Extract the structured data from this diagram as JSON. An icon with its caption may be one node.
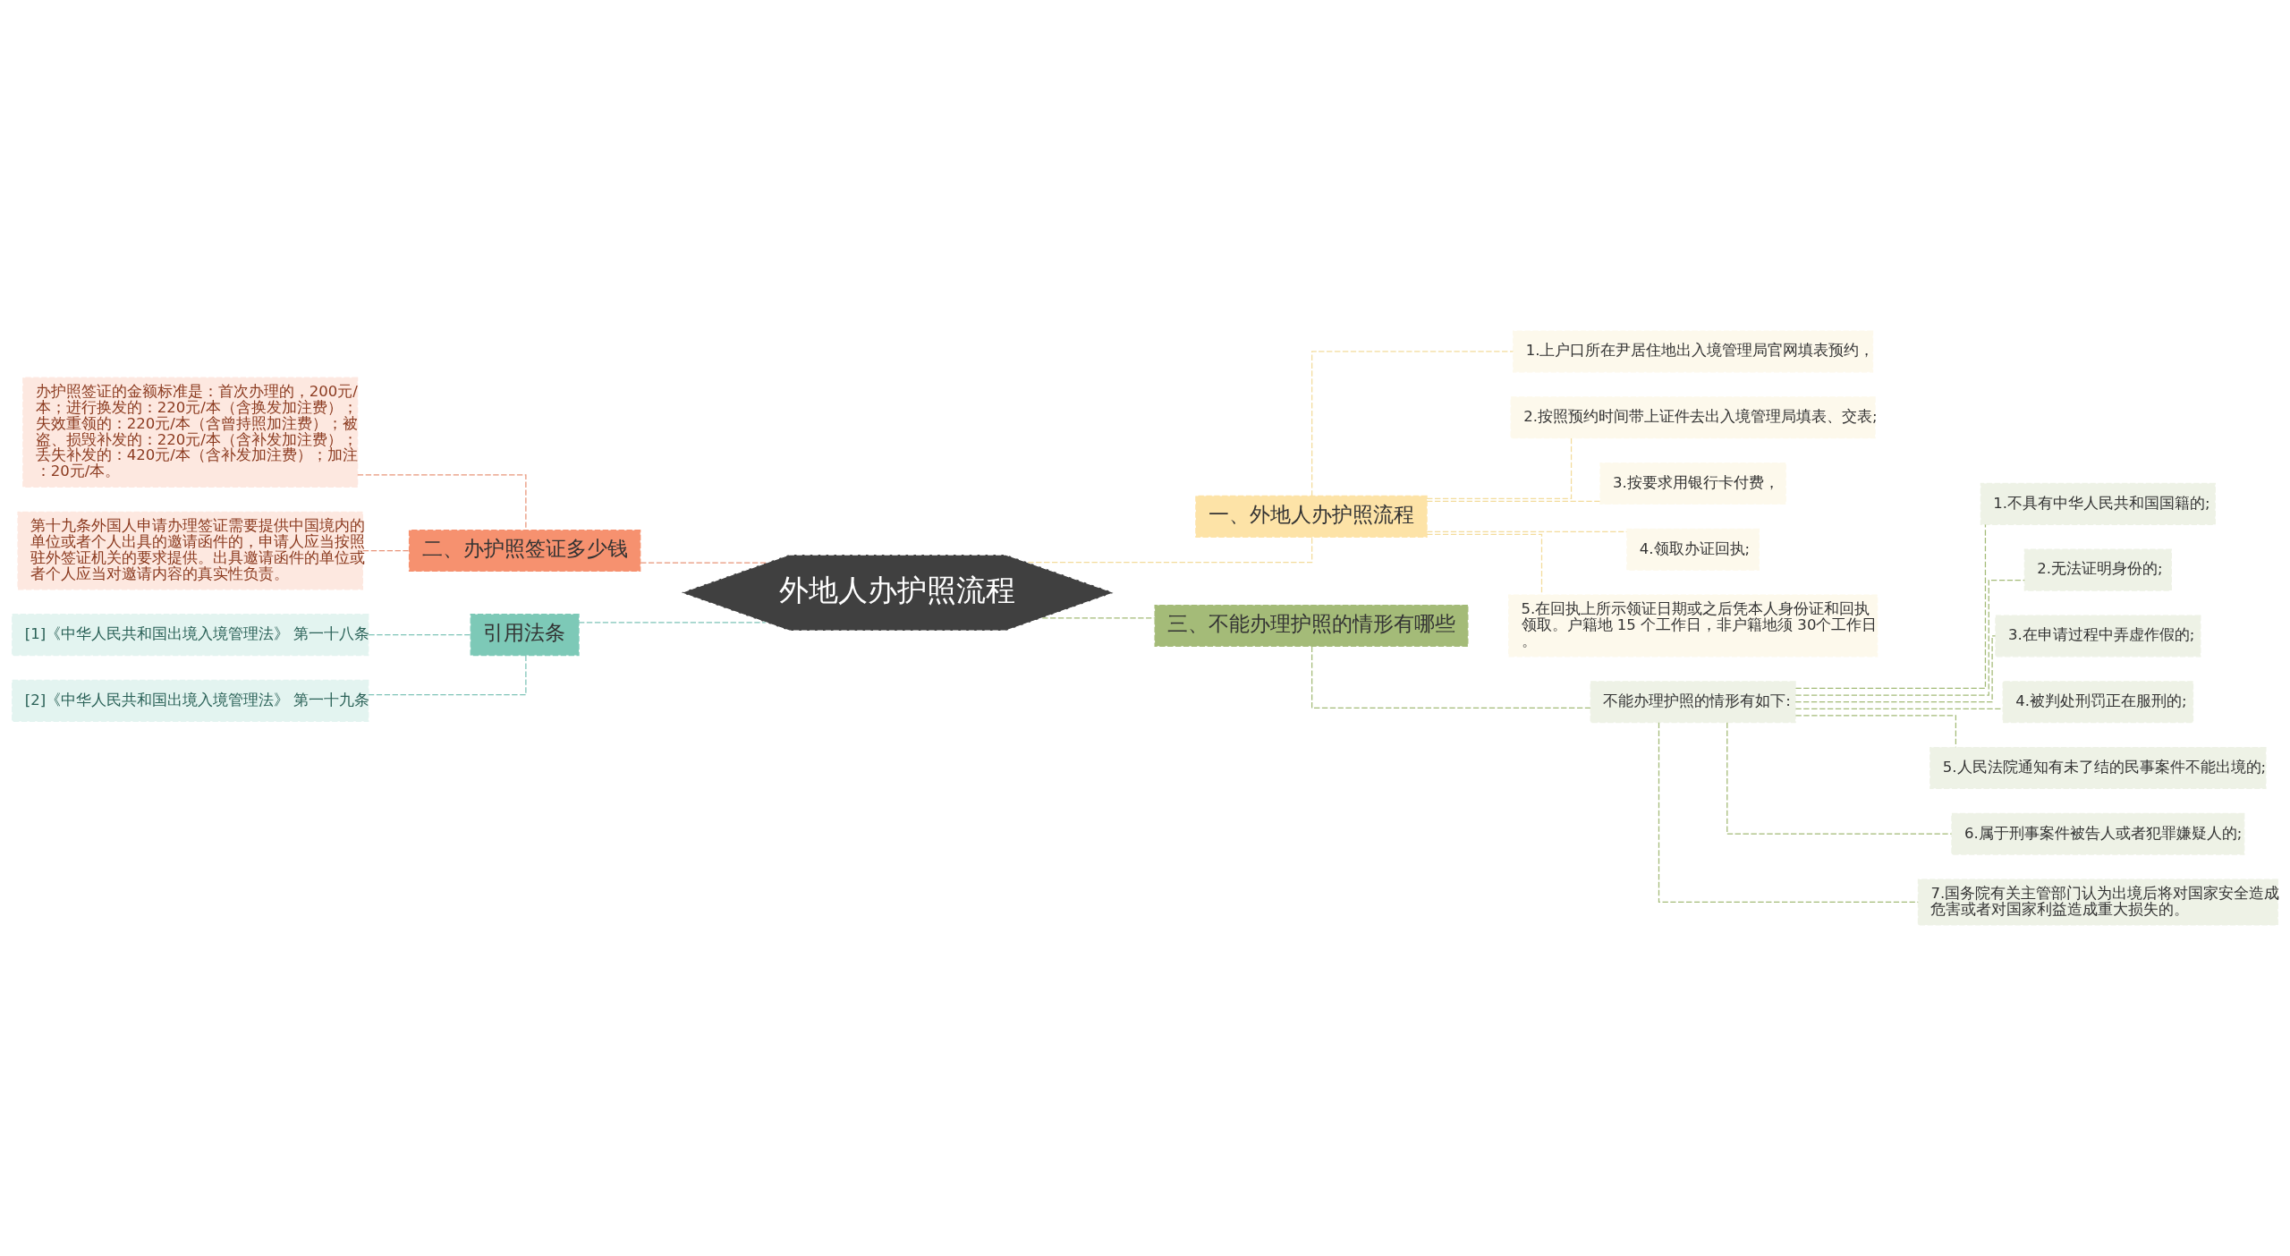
{
  "diagram": {
    "nodes": [
      {
        "text": [
          "外地人办护照流程"
        ]
      },
      {
        "text": [
          "一、外地人办护照流程"
        ]
      },
      {
        "text": [
          "1.上户口所在尹居住地出入境管理局官网填表预约，"
        ]
      },
      {
        "text": [
          "2.按照预约时间带上证件去出入境管理局填表、交表;"
        ]
      },
      {
        "text": [
          "3.按要求用银行卡付费，"
        ]
      },
      {
        "text": [
          "4.领取办证回执;"
        ]
      },
      {
        "text": [
          "5.在回执上所示领证日期或之后凭本人身份证和回执领取。户籍地 15 个工作日，非户籍地须 30个工作日。"
        ]
      },
      {
        "text": [
          "三、不能办理护照的情形有哪些"
        ]
      },
      {
        "text": [
          "不能办理护照的情形有如下:"
        ]
      },
      {
        "text": [
          "1.不具有中华人民共和国国籍的;"
        ]
      },
      {
        "text": [
          "2.无法证明身份的;"
        ]
      },
      {
        "text": [
          "3.在申请过程中弄虚作假的;"
        ]
      },
      {
        "text": [
          "4.被判处刑罚正在服刑的;"
        ]
      },
      {
        "text": [
          "5.人民法院通知有未了结的民事案件不能出境的;"
        ]
      },
      {
        "text": [
          "6.属于刑事案件被告人或者犯罪嫌疑人的;"
        ]
      },
      {
        "text": [
          "7.国务院有关主管部门认为出境后将对国家安全造成危害或者对国家利益造成重大损失的。"
        ]
      },
      {
        "text": [
          "二、办护照签证多少钱"
        ]
      },
      {
        "text": [
          "办护照签证的金额标准是：首次办理的，200元/本；进行换发的：220元/本（含换发加注费）；失效重领的：220元/本（含曾持照加注费）；被盗、损毁补发的：220元/本（含补发加注费）；丢失补发的：420元/本（含补发加注费）；加注：20元/本。"
        ]
      },
      {
        "text": [
          "第十九条外国人申请办理签证需要提供中国境内的单位或者个人出具的邀请函件的，申请人应当按照驻外签证机关的要求提供。出具邀请函件的单位或者个人应当对邀请内容的真实性负责。"
        ]
      },
      {
        "text": [
          "引用法条"
        ]
      },
      {
        "text": [
          "[1]《中华人民共和国出境入境管理法》 第一十八条"
        ]
      },
      {
        "text": [
          "[2]《中华人民共和国出境入境管理法》 第一十九条"
        ]
      }
    ],
    "edges": [
      {
        "from": 0,
        "to": 1,
        "arrow": "none",
        "style": "dashed",
        "color": "#f3dc9c"
      },
      {
        "from": 1,
        "to": 2,
        "arrow": "none",
        "style": "dashed",
        "color": "#f3dc9c"
      },
      {
        "from": 1,
        "to": 3,
        "arrow": "none",
        "style": "dashed",
        "color": "#f3dc9c"
      },
      {
        "from": 1,
        "to": 4,
        "arrow": "none",
        "style": "dashed",
        "color": "#f3dc9c"
      },
      {
        "from": 1,
        "to": 5,
        "arrow": "none",
        "style": "dashed",
        "color": "#f3dc9c"
      },
      {
        "from": 1,
        "to": 6,
        "arrow": "none",
        "style": "dashed",
        "color": "#f3dc9c"
      },
      {
        "from": 0,
        "to": 7,
        "arrow": "none",
        "style": "dashed"
      },
      {
        "from": 7,
        "to": 8,
        "arrow": "none",
        "style": "dashed"
      },
      {
        "from": 8,
        "to": 9,
        "arrow": "none",
        "style": "dashed"
      },
      {
        "from": 8,
        "to": 10,
        "arrow": "none",
        "style": "dashed"
      },
      {
        "from": 8,
        "to": 11,
        "arrow": "none",
        "style": "dashed"
      },
      {
        "from": 8,
        "to": 12,
        "arrow": "none",
        "style": "dashed"
      },
      {
        "from": 8,
        "to": 13,
        "arrow": "none",
        "style": "dashed"
      },
      {
        "from": 8,
        "to": 14,
        "arrow": "none",
        "style": "dashed"
      },
      {
        "from": 8,
        "to": 15,
        "arrow": "none",
        "style": "dashed"
      },
      {
        "from": 0,
        "to": 16,
        "arrow": "none",
        "style": "dashed",
        "color": "#e8957a"
      },
      {
        "from": 16,
        "to": 17,
        "arrow": "none",
        "style": "dashed",
        "color": "#e8957a"
      },
      {
        "from": 16,
        "to": 18,
        "arrow": "none",
        "style": "dashed",
        "color": "#e8957a"
      },
      {
        "from": 0,
        "to": 19,
        "arrow": "none",
        "style": "dashed",
        "color": "#7fc4b8"
      },
      {
        "from": 19,
        "to": 20,
        "arrow": "none",
        "style": "dashed",
        "color": "#7fc4b8"
      },
      {
        "from": 19,
        "to": 21,
        "arrow": "none",
        "style": "dashed",
        "color": "#7fc4b8"
      }
    ]
  }
}
